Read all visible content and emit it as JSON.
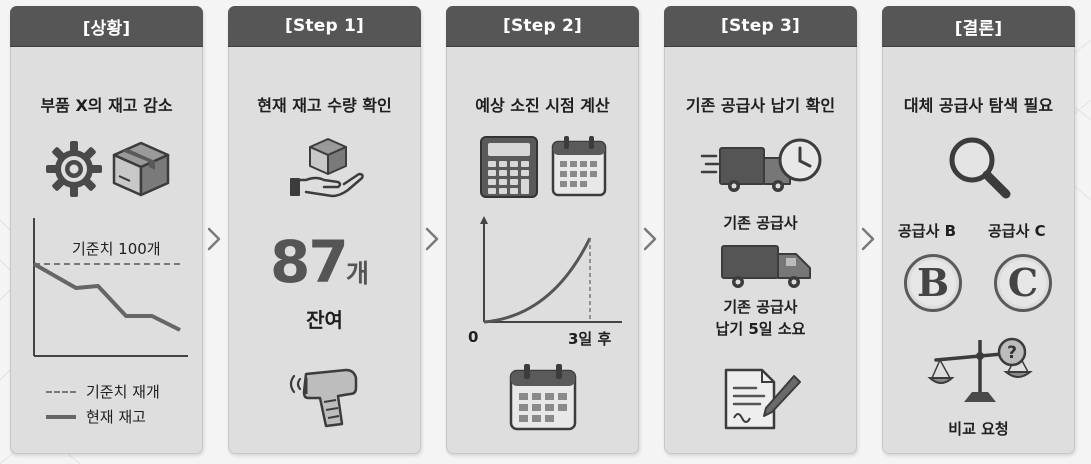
{
  "cards": [
    {
      "header": "[상황]",
      "title": "부품 X의 재고 감소",
      "threshold_label": "기준치 100개",
      "legend": {
        "threshold": "기준치 재개",
        "current": "현재 재고"
      },
      "icons": [
        "gear-icon",
        "box-icon"
      ]
    },
    {
      "header": "[Step 1]",
      "title": "현재 재고 수량 확인",
      "count_value": "87",
      "count_unit": "개",
      "remaining_label": "잔여",
      "icons": [
        "hand-box-icon",
        "barcode-scanner-icon"
      ]
    },
    {
      "header": "[Step 2]",
      "title": "예상 소진 시점 계산",
      "chart_origin_label": "0",
      "chart_end_label": "3일 후",
      "icons": [
        "calculator-icon",
        "calendar-icon",
        "calendar-icon"
      ]
    },
    {
      "header": "[Step 3]",
      "title": "기존 공급사 납기 확인",
      "supplier_label": "기존 공급사",
      "lead_time_line1": "기존 공급사",
      "lead_time_line2": "납기 5일 소요",
      "icons": [
        "delivery-truck-clock-icon",
        "truck-icon",
        "document-pen-icon"
      ]
    },
    {
      "header": "[결론]",
      "title": "대체 공급사 탐색 필요",
      "supplier_b_label": "공급사 B",
      "supplier_c_label": "공급사 C",
      "badge_b": "B",
      "badge_c": "C",
      "compare_label": "비교 요청",
      "icons": [
        "magnifier-icon",
        "scale-question-icon"
      ]
    }
  ],
  "colors": {
    "header_bg": "#565656",
    "card_bg": "#dedede",
    "icon": "#4a4a4a",
    "arrow": "#7a7a7a"
  }
}
